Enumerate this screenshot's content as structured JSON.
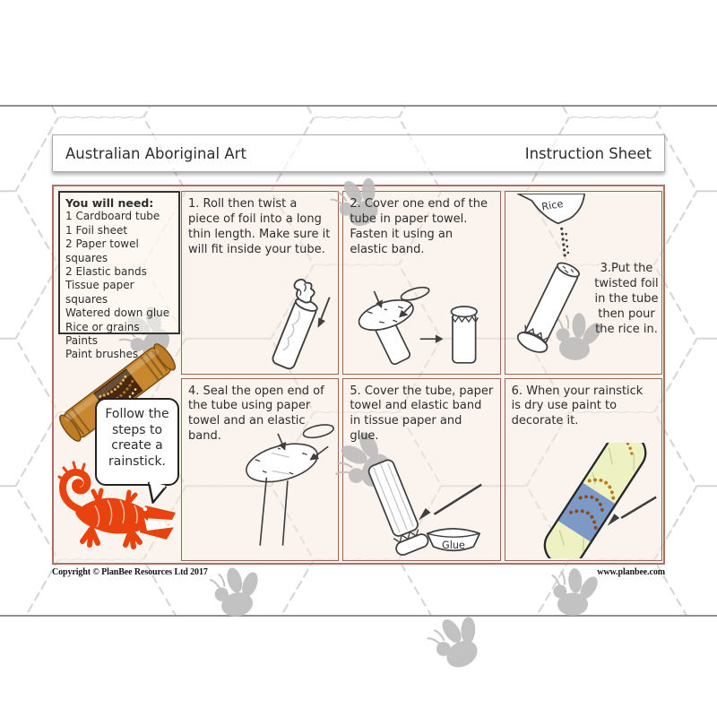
{
  "header": {
    "title": "Australian Aboriginal Art",
    "sheet_label": "Instruction Sheet"
  },
  "materials": {
    "heading": "You will need:",
    "items": [
      "1 Cardboard tube",
      "1 Foil sheet",
      "2 Paper towel squares",
      "2 Elastic bands",
      "Tissue paper squares",
      "Watered down glue",
      "Rice or grains",
      "Paints",
      "Paint brushes"
    ]
  },
  "speech_bubble": {
    "text": "Follow the\nsteps to\ncreate a\nrainstick."
  },
  "steps": [
    {
      "text": "1. Roll then twist a piece of foil into a long thin length. Make sure it will fit inside your tube."
    },
    {
      "text": "2. Cover one end of the tube in paper towel. Fasten it using an elastic band."
    },
    {
      "text": "3.Put the twisted foil in the tube then pour the rice in."
    },
    {
      "text": "4. Seal the open end of the tube using paper towel and an elastic band."
    },
    {
      "text": "5. Cover the tube, paper towel and elastic band in tissue paper and glue."
    },
    {
      "text": "6. When your rainstick is dry use paint to decorate it."
    }
  ],
  "labels": {
    "rice": "Rice",
    "glue": "Glue"
  },
  "footer": {
    "copyright": "Copyright © PlanBee Resources Ltd 2017",
    "website": "www.planbee.com"
  },
  "decor": {
    "bee_icon": "gray bee doodle",
    "hex_pattern": "dashed gray hexagon outlines",
    "crocodile_illustration": "red aboriginal-style crocodile",
    "rainstick_photo": "wooden rainstick with dot-art band"
  },
  "colors": {
    "content_border": "#ab7263",
    "panel_border": "#9c6457",
    "content_bg": "#f8e9e0",
    "croc_red": "#e8430f",
    "bee_gray": "#bcbcbc",
    "rainstick_wood": "#c9882f",
    "rainstick_band": "#48290e",
    "stick_paint_green": "#eef2c3",
    "stick_paint_blue": "#7d99c6"
  }
}
